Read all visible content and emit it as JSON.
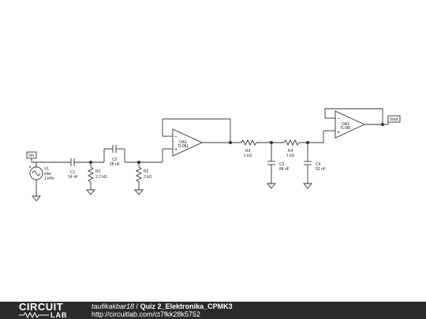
{
  "ports": {
    "input": "Vin",
    "output": "Vout"
  },
  "source": {
    "name": "V1",
    "type": "sine",
    "freq": "1 kHz"
  },
  "capacitors": [
    {
      "name": "C1",
      "value": "14 nF"
    },
    {
      "name": "C2",
      "value": "28 nF"
    },
    {
      "name": "C3",
      "value": "84 nF"
    },
    {
      "name": "C4",
      "value": "52 nF"
    }
  ],
  "resistors": [
    {
      "name": "R1",
      "value": "2.2 kΩ"
    },
    {
      "name": "R2",
      "value": "2 kΩ"
    },
    {
      "name": "R3",
      "value": "1 kΩ"
    },
    {
      "name": "R4",
      "value": "1 kΩ"
    }
  ],
  "opamps": [
    {
      "name": "OA1",
      "part": "TL081"
    },
    {
      "name": "OA2",
      "part": "TL081"
    }
  ],
  "opamp_pins": {
    "minus": "−",
    "plus": "+"
  },
  "footer": {
    "logo_top": "CIRCUIT",
    "logo_bottom": "LAB",
    "author": "taufikakbar18",
    "separator": " / ",
    "title": "Quiz 2_Elektronika_CPMK3",
    "url": "http://circuitlab.com/ct7fkk28k5752"
  },
  "colors": {
    "wire": "#333333",
    "footer_bg": "#2b2b2b"
  }
}
